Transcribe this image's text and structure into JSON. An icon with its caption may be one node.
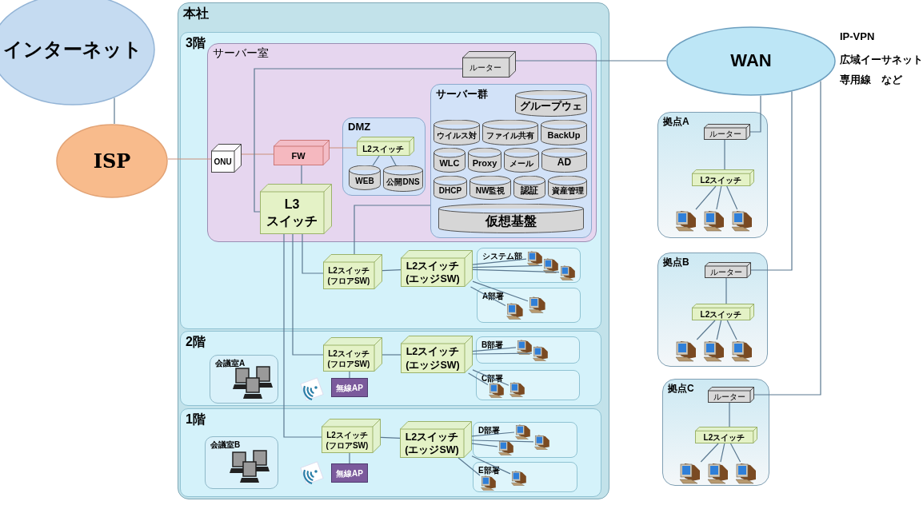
{
  "diagram": {
    "nodes": [
      {
        "text": [
          "インターネット"
        ]
      },
      {
        "text": [
          "ISP"
        ]
      },
      {
        "text": [
          "本社"
        ]
      },
      {
        "text": [
          "3階"
        ],
        "in": 2
      },
      {
        "text": [
          "サーバー室"
        ],
        "in": 3
      },
      {
        "text": [
          "ONU"
        ],
        "in": 4
      },
      {
        "text": [
          "FW"
        ],
        "in": 4
      },
      {
        "text": [
          "ルーター"
        ],
        "in": 4
      },
      {
        "text": [
          "L3 スイッチ"
        ],
        "in": 4
      },
      {
        "text": [
          "DMZ"
        ],
        "in": 4
      },
      {
        "text": [
          "L2スイッチ"
        ],
        "in": 9
      },
      {
        "text": [
          "WEB"
        ],
        "in": 9
      },
      {
        "text": [
          "公開DNS"
        ],
        "in": 9
      },
      {
        "text": [
          "サーバー群"
        ],
        "in": 4
      },
      {
        "text": [
          "グループウェ"
        ],
        "in": 13
      },
      {
        "text": [
          "ウイルス対"
        ],
        "in": 13
      },
      {
        "text": [
          "ファイル共有"
        ],
        "in": 13
      },
      {
        "text": [
          "BackUp"
        ],
        "in": 13
      },
      {
        "text": [
          "WLC"
        ],
        "in": 13
      },
      {
        "text": [
          "Proxy"
        ],
        "in": 13
      },
      {
        "text": [
          "メール"
        ],
        "in": 13
      },
      {
        "text": [
          "AD"
        ],
        "in": 13
      },
      {
        "text": [
          "DHCP"
        ],
        "in": 13
      },
      {
        "text": [
          "NW監視"
        ],
        "in": 13
      },
      {
        "text": [
          "認証"
        ],
        "in": 13
      },
      {
        "text": [
          "資産管理"
        ],
        "in": 13
      },
      {
        "text": [
          "仮想基盤"
        ],
        "in": 13
      },
      {
        "text": [
          "L2スイッチ (フロアSW)"
        ],
        "in": 3
      },
      {
        "text": [
          "L2スイッチ (エッジSW)"
        ],
        "in": 3
      },
      {
        "text": [
          "システム部"
        ],
        "in": 3
      },
      {
        "text": [],
        "shape": "picture",
        "in": 29
      },
      {
        "text": [],
        "shape": "picture",
        "in": 29
      },
      {
        "text": [],
        "shape": "picture",
        "in": 29
      },
      {
        "text": [
          "A部署"
        ],
        "in": 3
      },
      {
        "text": [],
        "shape": "picture",
        "in": 33
      },
      {
        "text": [],
        "shape": "picture",
        "in": 33
      },
      {
        "text": [
          "2階"
        ],
        "in": 2
      },
      {
        "text": [
          "会議室A"
        ],
        "in": 36
      },
      {
        "text": [
          "L2スイッチ (フロアSW)"
        ],
        "in": 36
      },
      {
        "text": [
          "無線AP"
        ],
        "in": 36
      },
      {
        "text": [
          "L2スイッチ (エッジSW)"
        ],
        "in": 36
      },
      {
        "text": [
          "B部署"
        ],
        "in": 36
      },
      {
        "text": [],
        "shape": "picture",
        "in": 41
      },
      {
        "text": [],
        "shape": "picture",
        "in": 41
      },
      {
        "text": [
          "C部署"
        ],
        "in": 36
      },
      {
        "text": [],
        "shape": "picture",
        "in": 44
      },
      {
        "text": [],
        "shape": "picture",
        "in": 44
      },
      {
        "text": [
          "1階"
        ],
        "in": 2
      },
      {
        "text": [
          "会議室B"
        ],
        "in": 47
      },
      {
        "text": [
          "L2スイッチ (フロアSW)"
        ],
        "in": 47
      },
      {
        "text": [
          "無線AP"
        ],
        "in": 47
      },
      {
        "text": [
          "L2スイッチ (エッジSW)"
        ],
        "in": 47
      },
      {
        "text": [
          "D部署"
        ],
        "in": 47
      },
      {
        "text": [],
        "shape": "picture",
        "in": 52
      },
      {
        "text": [],
        "shape": "picture",
        "in": 52
      },
      {
        "text": [],
        "shape": "picture",
        "in": 52
      },
      {
        "text": [
          "E部署"
        ],
        "in": 47
      },
      {
        "text": [],
        "shape": "picture",
        "in": 56
      },
      {
        "text": [],
        "shape": "picture",
        "in": 56
      },
      {
        "text": [
          "WAN"
        ],
        "beside": [
          "IP-VPN",
          "広域イーサネット",
          "専用線　など"
        ]
      },
      {
        "text": [
          "拠点A"
        ]
      },
      {
        "text": [
          "ルーター"
        ],
        "in": 60
      },
      {
        "text": [
          "L2スイッチ"
        ],
        "in": 60
      },
      {
        "text": [],
        "shape": "picture",
        "in": 60
      },
      {
        "text": [],
        "shape": "picture",
        "in": 60
      },
      {
        "text": [],
        "shape": "picture",
        "in": 60
      },
      {
        "text": [
          "拠点B"
        ]
      },
      {
        "text": [
          "ルーター"
        ],
        "in": 66
      },
      {
        "text": [
          "L2スイッチ"
        ],
        "in": 66
      },
      {
        "text": [],
        "shape": "picture",
        "in": 66
      },
      {
        "text": [],
        "shape": "picture",
        "in": 66
      },
      {
        "text": [],
        "shape": "picture",
        "in": 66
      },
      {
        "text": [
          "拠点C"
        ]
      },
      {
        "text": [
          "ルーター"
        ],
        "in": 72
      },
      {
        "text": [
          "L2スイッチ"
        ],
        "in": 72
      },
      {
        "text": [],
        "shape": "picture",
        "in": 72
      },
      {
        "text": [],
        "shape": "picture",
        "in": 72
      },
      {
        "text": [],
        "shape": "picture",
        "in": 72
      }
    ],
    "edges": [
      {
        "from": 0,
        "to": 1,
        "arrow": "none"
      },
      {
        "from": 1,
        "to": 5,
        "arrow": "none",
        "color": "#c9907a"
      },
      {
        "from": 5,
        "to": 6,
        "arrow": "none",
        "color": "#c9907a"
      },
      {
        "from": 6,
        "to": 10,
        "arrow": "none",
        "color": "#c9907a"
      },
      {
        "from": 10,
        "to": 11,
        "arrow": "none"
      },
      {
        "from": 10,
        "to": 12,
        "arrow": "none"
      },
      {
        "from": 6,
        "to": 8,
        "arrow": "none"
      },
      {
        "from": 7,
        "to": 8,
        "arrow": "none"
      },
      {
        "from": 7,
        "to": 59,
        "arrow": "none"
      },
      {
        "from": 13,
        "to": 27,
        "arrow": "none"
      },
      {
        "from": 8,
        "to": 27,
        "arrow": "none"
      },
      {
        "from": 8,
        "to": 38,
        "arrow": "none"
      },
      {
        "from": 8,
        "to": 49,
        "arrow": "none"
      },
      {
        "from": 27,
        "to": 28,
        "arrow": "none"
      },
      {
        "from": 28,
        "to": 30,
        "arrow": "none"
      },
      {
        "from": 28,
        "to": 31,
        "arrow": "none"
      },
      {
        "from": 28,
        "to": 32,
        "arrow": "none"
      },
      {
        "from": 28,
        "to": 34,
        "arrow": "none"
      },
      {
        "from": 28,
        "to": 35,
        "arrow": "none"
      },
      {
        "from": 38,
        "to": 39,
        "arrow": "none"
      },
      {
        "from": 38,
        "to": 40,
        "arrow": "none"
      },
      {
        "from": 40,
        "to": 42,
        "arrow": "none"
      },
      {
        "from": 40,
        "to": 43,
        "arrow": "none"
      },
      {
        "from": 40,
        "to": 45,
        "arrow": "none"
      },
      {
        "from": 40,
        "to": 46,
        "arrow": "none"
      },
      {
        "from": 49,
        "to": 50,
        "arrow": "none"
      },
      {
        "from": 49,
        "to": 51,
        "arrow": "none"
      },
      {
        "from": 51,
        "to": 53,
        "arrow": "none"
      },
      {
        "from": 51,
        "to": 54,
        "arrow": "none"
      },
      {
        "from": 51,
        "to": 55,
        "arrow": "none"
      },
      {
        "from": 51,
        "to": 57,
        "arrow": "none"
      },
      {
        "from": 51,
        "to": 58,
        "arrow": "none"
      },
      {
        "from": 59,
        "to": 61,
        "arrow": "none"
      },
      {
        "from": 59,
        "to": 67,
        "arrow": "none"
      },
      {
        "from": 59,
        "to": 73,
        "arrow": "none"
      },
      {
        "from": 61,
        "to": 62,
        "arrow": "none"
      },
      {
        "from": 62,
        "to": 63,
        "arrow": "none"
      },
      {
        "from": 62,
        "to": 64,
        "arrow": "none"
      },
      {
        "from": 62,
        "to": 65,
        "arrow": "none"
      },
      {
        "from": 67,
        "to": 68,
        "arrow": "none"
      },
      {
        "from": 68,
        "to": 69,
        "arrow": "none"
      },
      {
        "from": 68,
        "to": 70,
        "arrow": "none"
      },
      {
        "from": 68,
        "to": 71,
        "arrow": "none"
      },
      {
        "from": 73,
        "to": 74,
        "arrow": "none"
      },
      {
        "from": 74,
        "to": 75,
        "arrow": "none"
      },
      {
        "from": 74,
        "to": 76,
        "arrow": "none"
      },
      {
        "from": 74,
        "to": 77,
        "arrow": "none"
      }
    ]
  }
}
